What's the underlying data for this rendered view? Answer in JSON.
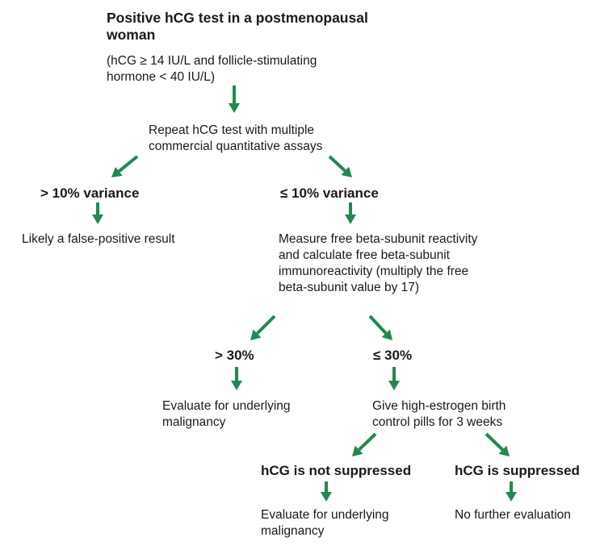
{
  "colors": {
    "arrow": "#1f8a4f",
    "text": "#1a1a1a"
  },
  "nodes": {
    "title_1": "Positive hCG test in a postmenopausal",
    "title_2": "woman",
    "criteria_1": "(hCG ≥ 14 IU/L and follicle-stimulating",
    "criteria_2": "hormone < 40 IU/L)",
    "repeat_1": "Repeat hCG test with multiple",
    "repeat_2": "commercial quantitative assays",
    "var_high": "> 10% variance",
    "var_low": "≤ 10% variance",
    "false_pos": "Likely a false-positive result",
    "measure_1": "Measure free beta-subunit reactivity",
    "measure_2": "and calculate free beta-subunit",
    "measure_3": "immunoreactivity (multiply the free",
    "measure_4": "beta-subunit value by 17)",
    "gt30": "> 30%",
    "le30": "≤ 30%",
    "eval1_1": "Evaluate for underlying",
    "eval1_2": "malignancy",
    "give_1": "Give high-estrogen birth",
    "give_2": "control pills for 3 weeks",
    "not_supp": "hCG is not suppressed",
    "supp": "hCG is suppressed",
    "eval2_1": "Evaluate for underlying",
    "eval2_2": "malignancy",
    "no_further": "No further evaluation"
  }
}
